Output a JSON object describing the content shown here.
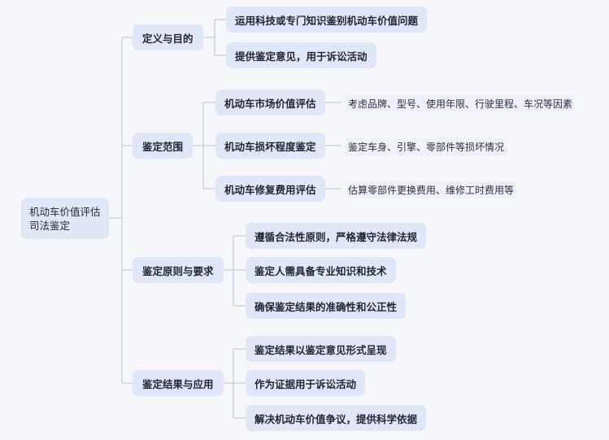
{
  "root": {
    "label": "机动车价值评估司法鉴定"
  },
  "branches": [
    {
      "label": "定义与目的",
      "children": [
        {
          "label": "运用科技或专门知识鉴别机动车价值问题"
        },
        {
          "label": "提供鉴定意见，用于诉讼活动"
        }
      ]
    },
    {
      "label": "鉴定范围",
      "children": [
        {
          "label": "机动车市场价值评估",
          "detail": "考虑品牌、型号、使用年限、行驶里程、车况等因素"
        },
        {
          "label": "机动车损坏程度鉴定",
          "detail": "鉴定车身、引擎、零部件等损坏情况"
        },
        {
          "label": "机动车修复费用评估",
          "detail": "估算零部件更换费用、维修工时费用等"
        }
      ]
    },
    {
      "label": "鉴定原则与要求",
      "children": [
        {
          "label": "遵循合法性原则，严格遵守法律法规"
        },
        {
          "label": "鉴定人需具备专业知识和技术"
        },
        {
          "label": "确保鉴定结果的准确性和公正性"
        }
      ]
    },
    {
      "label": "鉴定结果与应用",
      "children": [
        {
          "label": "鉴定结果以鉴定意见形式呈现"
        },
        {
          "label": "作为证据用于诉讼活动"
        },
        {
          "label": "解决机动车价值争议，提供科学依据"
        }
      ]
    }
  ]
}
